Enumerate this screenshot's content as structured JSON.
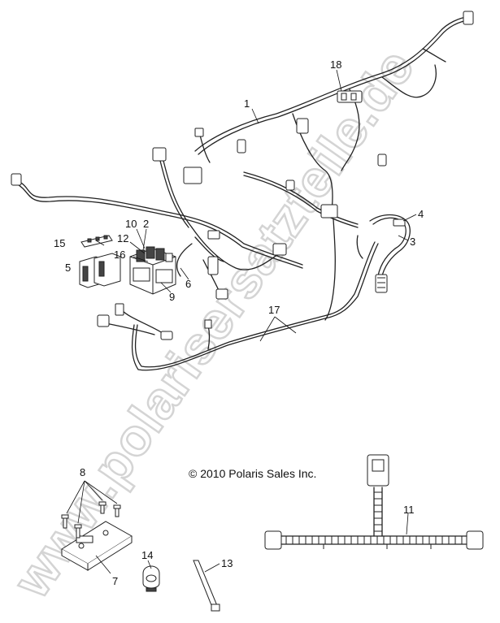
{
  "watermark": "www.polarisersatzteile.de",
  "copyright": "© 2010 Polaris Sales Inc.",
  "callouts": [
    {
      "id": "1",
      "label": "1"
    },
    {
      "id": "2",
      "label": "2"
    },
    {
      "id": "3",
      "label": "3"
    },
    {
      "id": "4",
      "label": "4"
    },
    {
      "id": "5",
      "label": "5"
    },
    {
      "id": "6",
      "label": "6"
    },
    {
      "id": "7",
      "label": "7"
    },
    {
      "id": "8",
      "label": "8"
    },
    {
      "id": "9",
      "label": "9"
    },
    {
      "id": "10",
      "label": "10"
    },
    {
      "id": "11",
      "label": "11"
    },
    {
      "id": "12",
      "label": "12"
    },
    {
      "id": "13",
      "label": "13"
    },
    {
      "id": "14",
      "label": "14"
    },
    {
      "id": "15",
      "label": "15"
    },
    {
      "id": "16",
      "label": "16"
    },
    {
      "id": "17",
      "label": "17"
    },
    {
      "id": "18",
      "label": "18"
    }
  ]
}
